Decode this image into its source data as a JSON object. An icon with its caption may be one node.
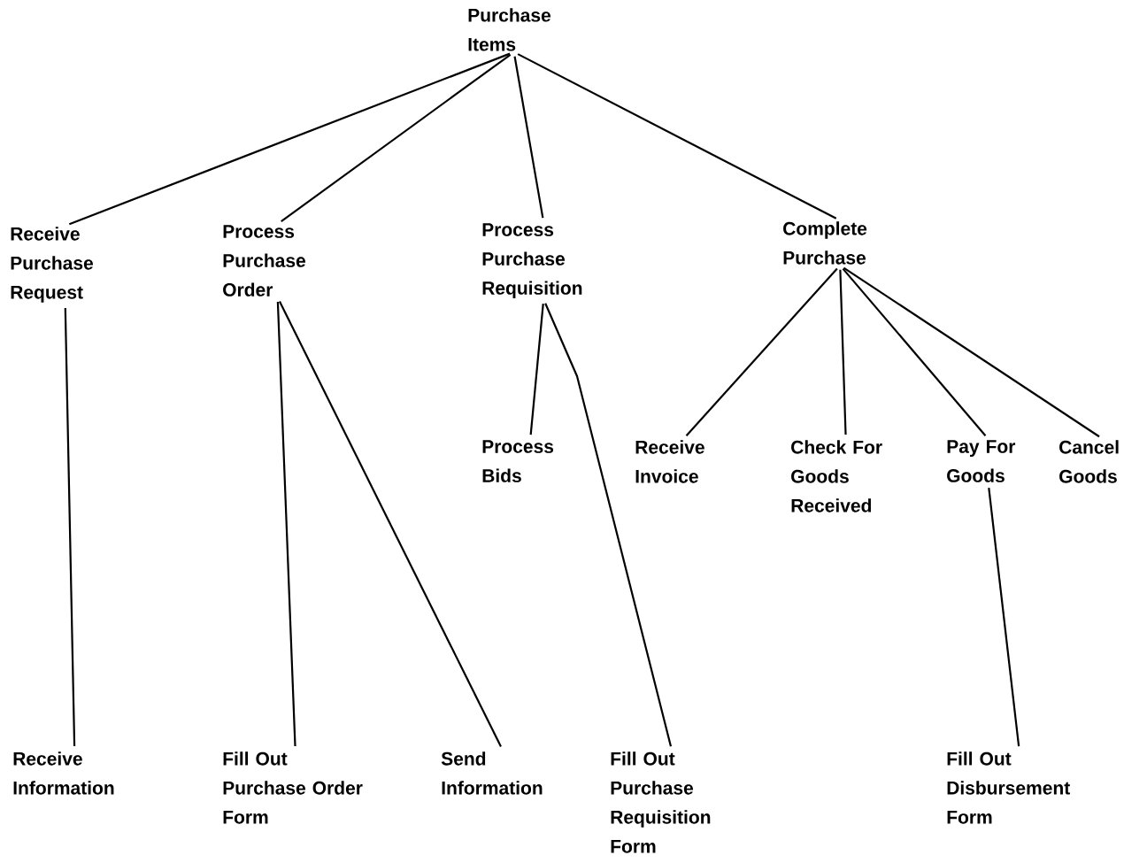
{
  "diagram": {
    "nodes": [
      {
        "text": [
          "Purchase Items"
        ]
      },
      {
        "text": [
          "Receive Purchase Request"
        ]
      },
      {
        "text": [
          "Process Purchase Order"
        ]
      },
      {
        "text": [
          "Process Purchase Requisition"
        ]
      },
      {
        "text": [
          "Complete Purchase"
        ]
      },
      {
        "text": [
          "Receive Information"
        ]
      },
      {
        "text": [
          "Fill Out Purchase Order Form"
        ]
      },
      {
        "text": [
          "Send Information"
        ]
      },
      {
        "text": [
          "Process Bids"
        ]
      },
      {
        "text": [
          "Fill Out Purchase Requisition Form"
        ]
      },
      {
        "text": [
          "Receive Invoice"
        ]
      },
      {
        "text": [
          "Check For Goods Received"
        ]
      },
      {
        "text": [
          "Pay For Goods"
        ]
      },
      {
        "text": [
          "Cancel Goods"
        ]
      },
      {
        "text": [
          "Fill Out Disbursement Form"
        ]
      }
    ],
    "edges": [
      {
        "from": 0,
        "to": 1,
        "arrow": "none"
      },
      {
        "from": 0,
        "to": 2,
        "arrow": "none"
      },
      {
        "from": 0,
        "to": 3,
        "arrow": "none"
      },
      {
        "from": 0,
        "to": 4,
        "arrow": "none"
      },
      {
        "from": 1,
        "to": 5,
        "arrow": "none"
      },
      {
        "from": 2,
        "to": 6,
        "arrow": "none"
      },
      {
        "from": 2,
        "to": 7,
        "arrow": "none"
      },
      {
        "from": 3,
        "to": 8,
        "arrow": "none"
      },
      {
        "from": 3,
        "to": 9,
        "arrow": "none"
      },
      {
        "from": 4,
        "to": 10,
        "arrow": "none"
      },
      {
        "from": 4,
        "to": 11,
        "arrow": "none"
      },
      {
        "from": 4,
        "to": 12,
        "arrow": "none"
      },
      {
        "from": 4,
        "to": 13,
        "arrow": "none"
      },
      {
        "from": 12,
        "to": 14,
        "arrow": "none"
      }
    ]
  }
}
